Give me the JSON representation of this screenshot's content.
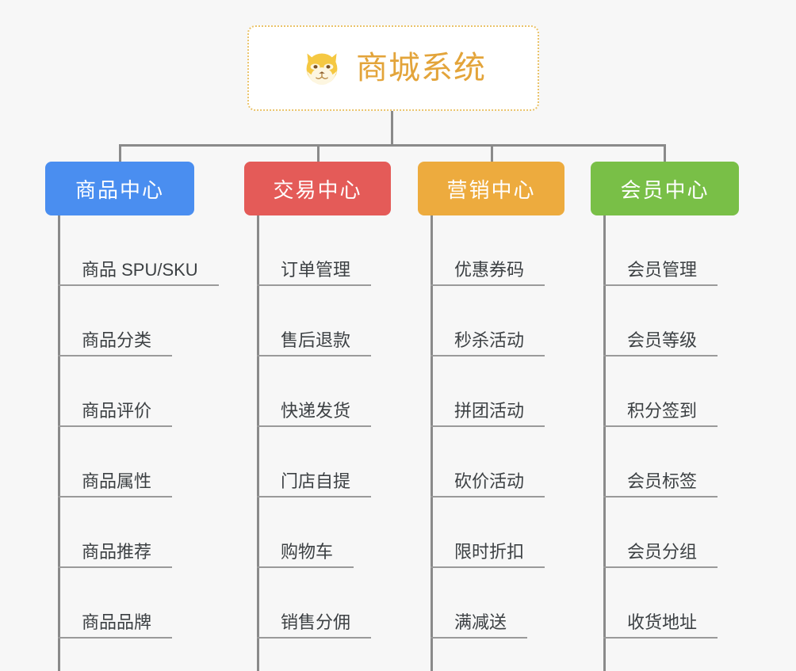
{
  "page": {
    "background_color": "#f7f7f7",
    "type": "organization-mindmap"
  },
  "root": {
    "title": "商城系统",
    "icon": "shiba-dog-icon",
    "text_color": "#e3a43a",
    "border_color": "#eac36a",
    "background_color": "#ffffff"
  },
  "connector": {
    "color": "#8a8a8a"
  },
  "categories": [
    {
      "label": "商品中心",
      "color": "#4a8ef0",
      "items": [
        {
          "label": "商品 SPU/SKU"
        },
        {
          "label": "商品分类"
        },
        {
          "label": "商品评价"
        },
        {
          "label": "商品属性"
        },
        {
          "label": "商品推荐"
        },
        {
          "label": "商品品牌"
        }
      ]
    },
    {
      "label": "交易中心",
      "color": "#e45b58",
      "items": [
        {
          "label": "订单管理"
        },
        {
          "label": "售后退款"
        },
        {
          "label": "快递发货"
        },
        {
          "label": "门店自提"
        },
        {
          "label": "购物车"
        },
        {
          "label": "销售分佣"
        }
      ]
    },
    {
      "label": "营销中心",
      "color": "#edab3e",
      "items": [
        {
          "label": "优惠券码"
        },
        {
          "label": "秒杀活动"
        },
        {
          "label": "拼团活动"
        },
        {
          "label": "砍价活动"
        },
        {
          "label": "限时折扣"
        },
        {
          "label": "满减送"
        }
      ]
    },
    {
      "label": "会员中心",
      "color": "#79bf47",
      "items": [
        {
          "label": "会员管理"
        },
        {
          "label": "会员等级"
        },
        {
          "label": "积分签到"
        },
        {
          "label": "会员标签"
        },
        {
          "label": "会员分组"
        },
        {
          "label": "收货地址"
        }
      ]
    }
  ]
}
